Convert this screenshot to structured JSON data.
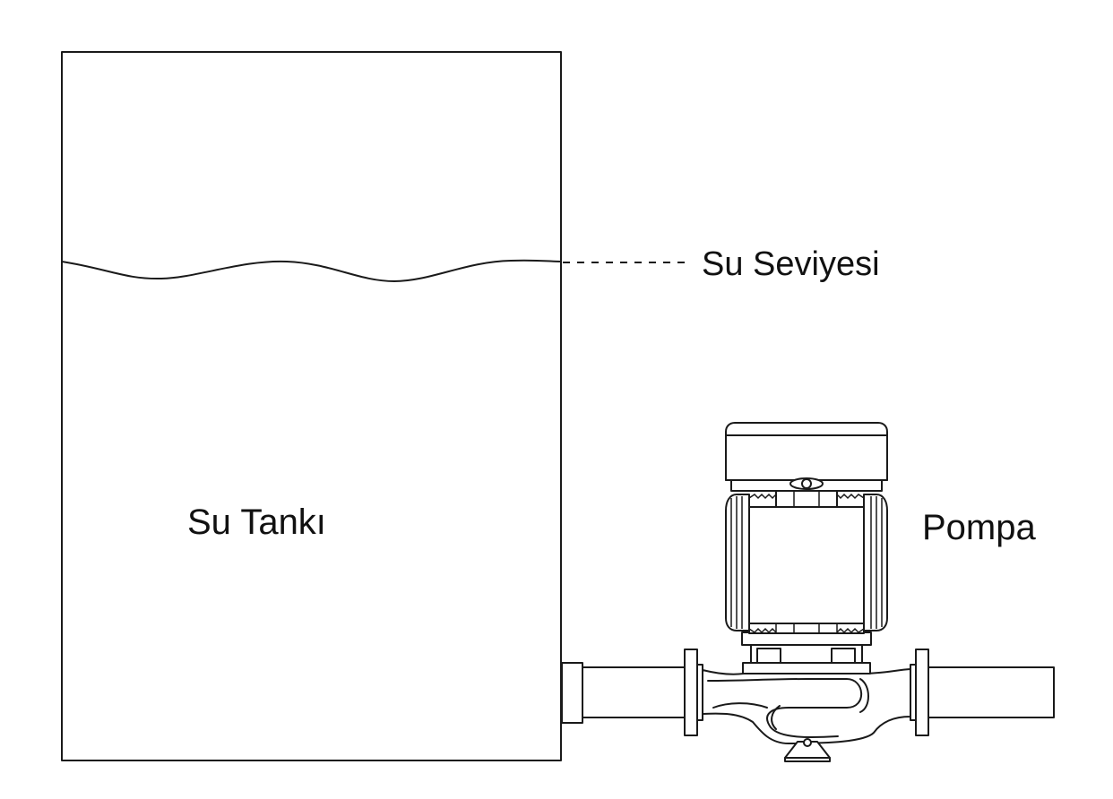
{
  "labels": {
    "water_level": "Su Seviyesi",
    "tank": "Su Tankı",
    "pump": "Pompa"
  },
  "colors": {
    "line": "#1a1a1a",
    "text": "#111111",
    "background": "#ffffff"
  }
}
